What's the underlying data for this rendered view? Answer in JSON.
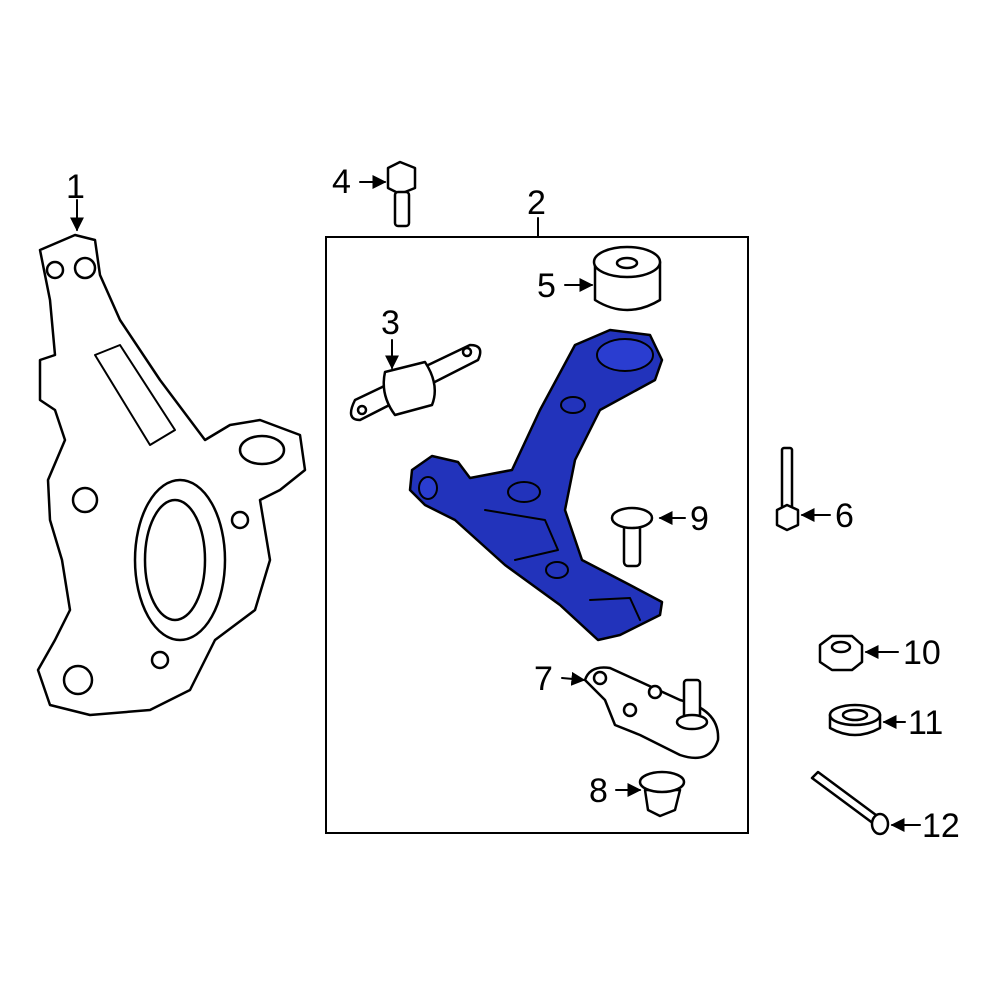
{
  "diagram": {
    "colors": {
      "highlight": "#2233BB",
      "outline": "#000000"
    },
    "callouts": [
      {
        "id": "1",
        "label": "1",
        "part": "steering-knuckle"
      },
      {
        "id": "2",
        "label": "2",
        "part": "control-arm-assembly"
      },
      {
        "id": "3",
        "label": "3",
        "part": "bushing"
      },
      {
        "id": "4",
        "label": "4",
        "part": "bolt"
      },
      {
        "id": "5",
        "label": "5",
        "part": "bushing"
      },
      {
        "id": "6",
        "label": "6",
        "part": "bolt"
      },
      {
        "id": "7",
        "label": "7",
        "part": "ball-joint"
      },
      {
        "id": "8",
        "label": "8",
        "part": "nut"
      },
      {
        "id": "9",
        "label": "9",
        "part": "pin"
      },
      {
        "id": "10",
        "label": "10",
        "part": "nut"
      },
      {
        "id": "11",
        "label": "11",
        "part": "washer"
      },
      {
        "id": "12",
        "label": "12",
        "part": "cotter-pin"
      }
    ]
  }
}
